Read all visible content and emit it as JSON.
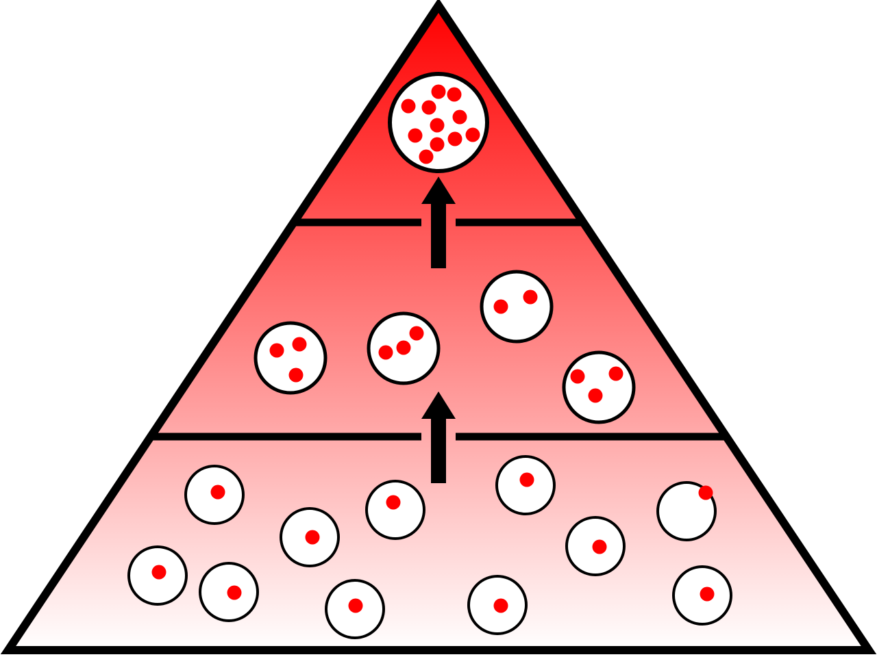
{
  "colors": {
    "top": "#ff0000",
    "bottom": "#ffffff",
    "outline": "#000000",
    "dot": "#ff0000",
    "circle_fill": "#ffffff"
  },
  "tiers": [
    {
      "name": "top",
      "circles": 1,
      "dots_per_circle": 11
    },
    {
      "name": "middle",
      "circles": 4,
      "dots_per_circle": [
        3,
        3,
        2,
        3
      ]
    },
    {
      "name": "bottom",
      "circles": 11,
      "dots_per_circle": 1
    }
  ]
}
